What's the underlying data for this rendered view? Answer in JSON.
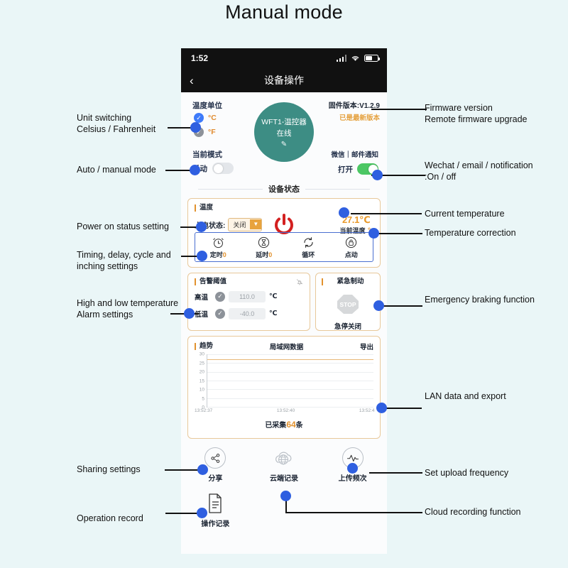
{
  "page": {
    "title": "Manual mode"
  },
  "phone": {
    "statusbar": {
      "time": "1:52",
      "icons": [
        "signal-icon",
        "wifi-icon",
        "battery-icon"
      ]
    },
    "navbar": {
      "back": "‹",
      "title": "设备操作"
    },
    "unit": {
      "title": "温度单位",
      "options": [
        {
          "label": "°C",
          "selected": true
        },
        {
          "label": "°F",
          "selected": false
        }
      ]
    },
    "mode": {
      "title": "当前模式",
      "label": "手动",
      "on": false
    },
    "device": {
      "name": "WFT1-温控器",
      "status": "在线",
      "edit_icon": "✎"
    },
    "firmware": {
      "version": "固件版本:V1.2.9",
      "note": "已是最新版本"
    },
    "notify": {
      "title": "微信｜邮件通知",
      "label": "打开",
      "on": true
    },
    "section_divider": "设备状态",
    "temp_card": {
      "title": "温度",
      "power_state_label": "上电状态:",
      "power_state_value": "关闭",
      "power_icon": "power-icon",
      "current_temp": "27.1℃",
      "current_temp_caption": "当前温度",
      "timers": [
        {
          "icon": "alarm-clock-icon",
          "label": "定时",
          "value": "0"
        },
        {
          "icon": "hourglass-icon",
          "label": "延时",
          "value": "0"
        },
        {
          "icon": "cycle-icon",
          "label": "循环",
          "value": ""
        },
        {
          "icon": "lock-icon",
          "label": "点动",
          "value": ""
        }
      ]
    },
    "alarm_card": {
      "title": "告警阈值",
      "mute_icon": "bell-muted-icon",
      "rows": [
        {
          "label": "高温",
          "value": "110.0",
          "unit": "℃",
          "checked": true
        },
        {
          "label": "低温",
          "value": "-40.0",
          "unit": "℃",
          "checked": true
        }
      ]
    },
    "estop_card": {
      "title": "紧急制动",
      "icon": "stop-sign-icon",
      "icon_text": "STOP",
      "label": "急停关闭"
    },
    "chart_card": {
      "title": "趋势",
      "mid_title": "局域网数据",
      "export": "导出",
      "collected_prefix": "已采集",
      "collected_count": "64",
      "collected_suffix": "条"
    },
    "bottom_icons": [
      {
        "icon": "share-icon",
        "label": "分享"
      },
      {
        "icon": "cloud-globe-icon",
        "label": "云端记录"
      },
      {
        "icon": "pulse-icon",
        "label": "上传频次"
      }
    ],
    "bottom_icons2": [
      {
        "icon": "document-icon",
        "label": "操作记录"
      }
    ]
  },
  "chart_data": {
    "type": "line",
    "title": "局域网数据",
    "xlabel": "",
    "ylabel": "",
    "ylim": [
      0,
      30
    ],
    "yticks": [
      0,
      5,
      10,
      15,
      20,
      25,
      30
    ],
    "xticks": [
      "13:52:37",
      "13:52:40",
      "13:52:4"
    ],
    "grid": true,
    "legend": false,
    "series": [
      {
        "name": "温度",
        "color": "#e8b878",
        "constant_value": 27.1
      }
    ],
    "annotation": "已采集64条"
  },
  "annotations": {
    "left": [
      {
        "id": "unit-switching",
        "text": "Unit switching\nCelsius / Fahrenheit"
      },
      {
        "id": "auto-manual-mode",
        "text": "Auto / manual mode"
      },
      {
        "id": "power-on-status",
        "text": "Power on status setting"
      },
      {
        "id": "timing-delay-cycle",
        "text": "Timing, delay, cycle and\ninching settings"
      },
      {
        "id": "high-low-alarm",
        "text": "High and low temperature\nAlarm settings"
      },
      {
        "id": "sharing-settings",
        "text": "Sharing settings"
      },
      {
        "id": "operation-record",
        "text": "Operation record"
      }
    ],
    "right": [
      {
        "id": "firmware-version",
        "text": "Firmware version\nRemote firmware upgrade"
      },
      {
        "id": "wechat-email",
        "text": "Wechat / email / notification\n:On / off"
      },
      {
        "id": "current-temperature",
        "text": "Current temperature"
      },
      {
        "id": "temperature-correction",
        "text": "Temperature correction"
      },
      {
        "id": "emergency-braking",
        "text": "Emergency braking function"
      },
      {
        "id": "lan-data-export",
        "text": "LAN data and export"
      },
      {
        "id": "set-upload-frequency",
        "text": "Set upload frequency"
      },
      {
        "id": "cloud-recording",
        "text": "Cloud recording function"
      }
    ]
  }
}
